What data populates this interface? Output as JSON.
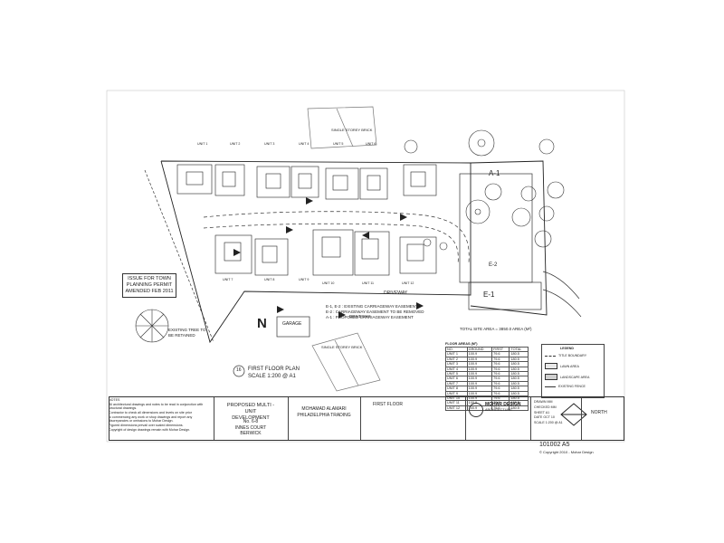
{
  "plan": {
    "stamp_lines": [
      "ISSUE FOR TOWN",
      "PLANNING PERMIT",
      "AMENDED FEB 2011"
    ],
    "north_letter": "N",
    "tree_note": [
      "EXISTING TREE TO",
      "BE RETAINED"
    ],
    "labels": {
      "driveway": "DRIVEWAY",
      "driveway2": "DRIVEWAY",
      "garage": "GARAGE",
      "neighbour_top": "SINGLE STOREY BRICK",
      "neighbour_bottom": "SINGLE STOREY BRICK",
      "a1": "A-1",
      "e1": "E-1",
      "e2": "E-2",
      "total_site_area": "TOTAL SITE AREA = 3850.0",
      "area_ref": "AREA (M²)"
    },
    "easement_legend": [
      "E-1, E-2 : EXISTING CARRIAGEWAY EASEMENTS",
      "E-2 : CARRIAGEWAY EASEMENT TO BE REMOVED",
      "A-1 : PROPOSED CARRIAGEWAY EASEMENT"
    ],
    "unit_labels": [
      "UNIT 1",
      "UNIT 2",
      "UNIT 3",
      "UNIT 4",
      "UNIT 5",
      "UNIT 6",
      "UNIT 7",
      "UNIT 8",
      "UNIT 9",
      "UNIT 10",
      "UNIT 11",
      "UNIT 12"
    ],
    "drawing_title": [
      "FIRST FLOOR PLAN",
      "SCALE 1:200 @ A1"
    ],
    "drawing_marker": "16"
  },
  "floor_areas": {
    "title": "FLOOR AREAS (M²)",
    "headers": [
      "NO.",
      "GROUND",
      "FIRST",
      "TOTAL"
    ],
    "rows": [
      [
        "UNIT 1",
        "100.9",
        "79.6",
        "180.5"
      ],
      [
        "UNIT 2",
        "100.9",
        "79.6",
        "180.5"
      ],
      [
        "UNIT 3",
        "100.9",
        "79.6",
        "180.5"
      ],
      [
        "UNIT 4",
        "100.9",
        "79.6",
        "180.5"
      ],
      [
        "UNIT 5",
        "100.9",
        "79.6",
        "180.5"
      ],
      [
        "UNIT 6",
        "100.9",
        "79.6",
        "180.5"
      ],
      [
        "UNIT 7",
        "100.9",
        "79.6",
        "180.5"
      ],
      [
        "UNIT 8",
        "100.9",
        "79.6",
        "180.5"
      ],
      [
        "UNIT 9",
        "100.9",
        "79.6",
        "180.5"
      ],
      [
        "UNIT 10",
        "100.9",
        "79.6",
        "180.5"
      ],
      [
        "UNIT 11",
        "100.9",
        "79.6",
        "180.5"
      ],
      [
        "UNIT 12",
        "100.9",
        "79.6",
        "180.5"
      ]
    ]
  },
  "legend": {
    "title": "LEGEND",
    "items": [
      "TITLE BOUNDARY",
      "LAWN AREA",
      "LANDSCAPE AREA",
      "EXISTING FENCE"
    ]
  },
  "notes": {
    "lines": [
      "NOTES",
      "All architectural drawings and notes to be read in conjunction with",
      "structural drawings.",
      "Contractor to check all dimensions and levels on site prior",
      "to commencing any work or shop drawings and report any",
      "discrepancies or omissions to Mohar Design.",
      "Figured dimensions prevail over scaled dimensions.",
      "Copyright of design drawings remain with Mohar Design."
    ]
  },
  "title_block": {
    "project": [
      "PROPOSED MULTI - UNIT",
      "DEVELOPMENT"
    ],
    "client": [
      "MOHAMAD ALAMARI",
      "PHILADELPHIA TRADING"
    ],
    "address": [
      "No. 6-8",
      "INNES COURT",
      "BERWICK"
    ],
    "sheet_title": "FIRST FLOOR",
    "firm": "MOHAR DESIGN",
    "firm_sub": "ARCHITECTURE",
    "north": "NORTH",
    "job_no": "101002 A5",
    "copyright": "© Copyright 2010 - Mohar Design",
    "fields": [
      [
        "DRAWN",
        "MM"
      ],
      [
        "CHECKED",
        "MM"
      ],
      [
        "SHEET",
        "A1"
      ],
      [
        "DATE",
        "OCT 10"
      ],
      [
        "SCALE",
        "1:200 @ A1"
      ]
    ]
  }
}
